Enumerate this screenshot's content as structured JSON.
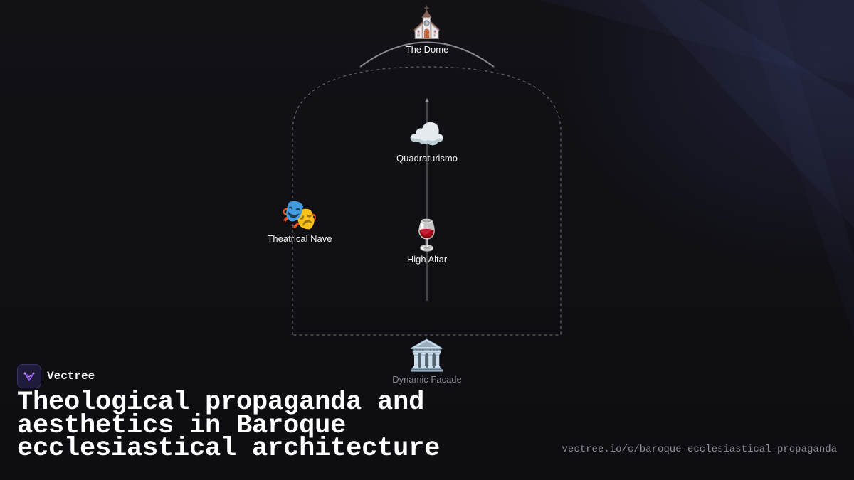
{
  "diagram": {
    "nodes": [
      {
        "id": "dome",
        "label": "The Dome",
        "icon": "church-icon",
        "glyph": "⛪"
      },
      {
        "id": "quadraturismo",
        "label": "Quadraturismo",
        "icon": "cloud-icon",
        "glyph": "☁️"
      },
      {
        "id": "theatrical-nave",
        "label": "Theatrical Nave",
        "icon": "theater-masks-icon",
        "glyph": "🎭"
      },
      {
        "id": "high-altar",
        "label": "High Altar",
        "icon": "wine-glass-icon",
        "glyph": "🍷"
      },
      {
        "id": "dynamic-facade",
        "label": "Dynamic Facade",
        "icon": "classical-building-icon",
        "glyph": "🏛️"
      }
    ]
  },
  "brand": {
    "name": "Vectree",
    "logo_icon": "vectree-logo-icon",
    "accent": "#9b5cf6"
  },
  "title": "Theological propaganda and aesthetics in Baroque ecclesiastical architecture",
  "url": "vectree.io/c/baroque-ecclesiastical-propaganda",
  "colors": {
    "background": "#0f0f13",
    "text": "#ffffff",
    "muted": "#8c8c92",
    "outline": "#5a5a60"
  }
}
